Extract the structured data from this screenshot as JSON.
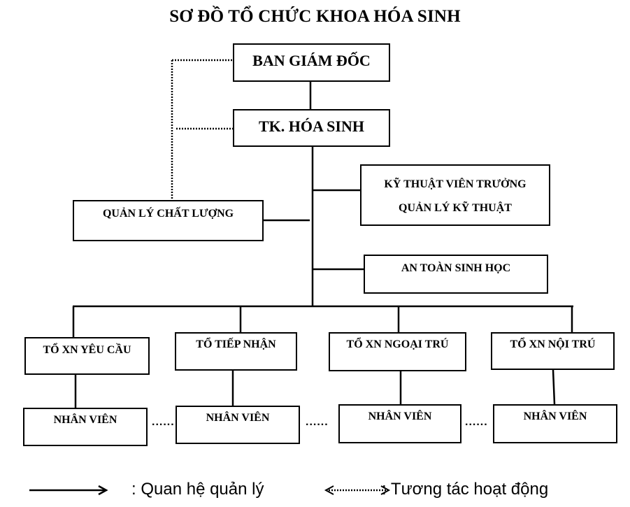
{
  "title": "SƠ ĐỒ TỔ CHỨC KHOA HÓA SINH",
  "nodes": {
    "director": "BAN GIÁM ĐỐC",
    "head": "TK. HÓA SINH",
    "chief_technician": [
      "KỸ THUẬT VIÊN TRƯỞNG",
      "QUẢN LÝ KỸ THUẬT"
    ],
    "quality": "QUẢN LÝ CHẤT LƯỢNG",
    "biosafety": "AN TOÀN SINH HỌC",
    "teams": [
      "TỔ XN YÊU CẦU",
      "TỔ TIẾP NHẬN",
      "TỔ XN NGOẠI TRÚ",
      "TỔ XN NỘI TRÚ"
    ],
    "staff": [
      "NHÂN VIÊN",
      "NHÂN VIÊN",
      "NHÂN VIÊN",
      "NHÂN VIÊN"
    ]
  },
  "ellipsis": [
    "......",
    "......",
    "......"
  ],
  "legend": {
    "management": ": Quan hệ quản lý",
    "interaction": ": Tương tác hoạt động"
  }
}
